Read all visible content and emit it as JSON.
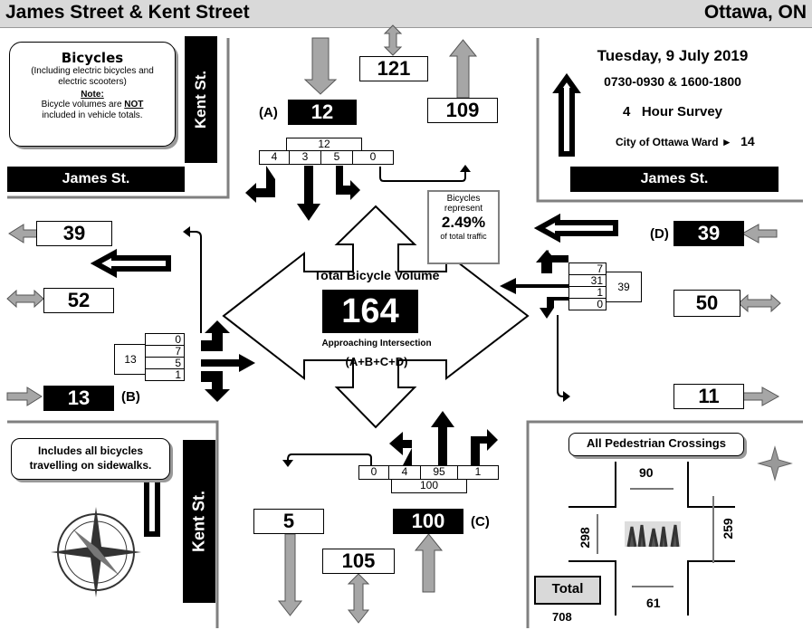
{
  "header": {
    "intersection": "James Street & Kent Street",
    "city": "Ottawa, ON"
  },
  "legend": {
    "title": "Bicycles",
    "sub": "(Including electric bicycles and electric scooters)",
    "note_label": "Note",
    "note_pre": "Bicycle volumes are ",
    "note_not": "NOT",
    "note_post": " included in vehicle totals."
  },
  "streets": {
    "kent": "Kent St.",
    "james": "James St."
  },
  "survey": {
    "date": "Tuesday, 9 July 2019",
    "times": "0730-0930 & 1600-1800",
    "hours": "4",
    "hours_label": "Hour Survey",
    "ward_label": "City of Ottawa Ward",
    "ward_arrow": "►",
    "ward": "14"
  },
  "north": {
    "label": "(A)",
    "approach": "12",
    "total": "121",
    "depart": "109",
    "turns": [
      "4",
      "3",
      "5",
      "0"
    ],
    "sum": "12"
  },
  "south": {
    "label": "(C)",
    "approach": "100",
    "total": "105",
    "depart": "5",
    "turns": [
      "0",
      "4",
      "95",
      "1"
    ],
    "sum": "100"
  },
  "west": {
    "label": "(B)",
    "approach": "13",
    "total": "52",
    "depart": "39",
    "turns": [
      "0",
      "7",
      "5",
      "1"
    ],
    "sum": "13"
  },
  "east": {
    "label": "(D)",
    "approach": "39",
    "total": "50",
    "depart": "11",
    "turns": [
      "7",
      "31",
      "1",
      "0"
    ],
    "sum": "39"
  },
  "center": {
    "title": "Total Bicycle Volume",
    "total": "164",
    "sub": "Approaching Intersection",
    "formula": "(A+B+C+D)"
  },
  "share": {
    "line1": "Bicycles",
    "line2": "represent",
    "pct": "2.49%",
    "line3": "of total traffic"
  },
  "sidewalk_note": "Includes all bicycles travelling on sidewalks.",
  "ped": {
    "title": "All Pedestrian Crossings",
    "north": "90",
    "south": "61",
    "west": "298",
    "east": "259",
    "total_label": "Total",
    "total": "708"
  },
  "colors": {
    "grey_arrow": "#a6a6a6",
    "header_bg": "#d9d9d9",
    "panel_border": "#808080"
  }
}
